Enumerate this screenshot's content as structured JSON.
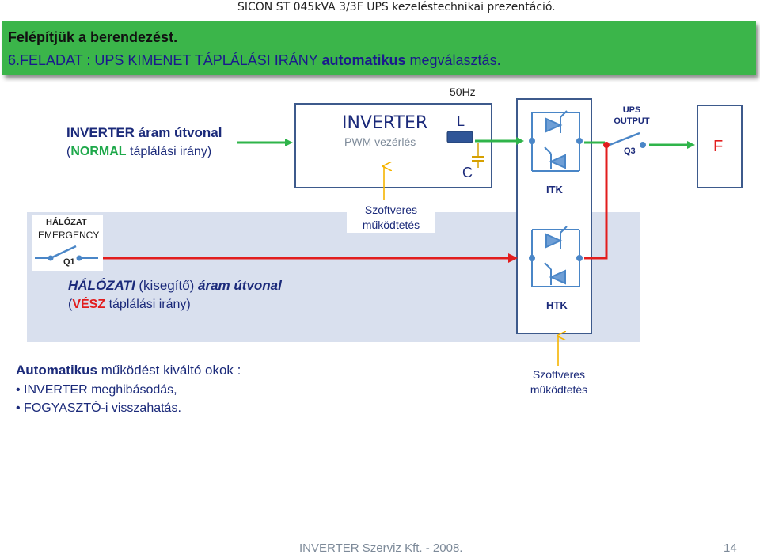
{
  "header": {
    "top_title": "SICON ST 045kVA 3/3F UPS kezeléstechnikai prezentáció.",
    "banner_line1": "Felépítjük a berendezést.",
    "banner_line2_prefix": "6.FELADAT : UPS KIMENET TÁPLÁLÁSI IRÁNY ",
    "banner_line2_bold": "automatikus",
    "banner_line2_suffix": " megválasztás."
  },
  "diagram": {
    "inverter_path": {
      "line1": "INVERTER áram útvonal",
      "paren_open": "(",
      "highlight": "NORMAL",
      "rest": " táplálási irány)"
    },
    "network_path": {
      "line1_bold": "HÁLÓZATI",
      "line1_mid": " (kisegítő) ",
      "line1_bold2": "áram útvonal",
      "paren_open": "(",
      "highlight": "VÉSZ",
      "rest": " táplálási irány)"
    },
    "inverter_block": {
      "title": "INVERTER",
      "subtitle": "PWM vezérlés",
      "frequency": "50Hz",
      "inductor": "L",
      "capacitor": "C"
    },
    "software_control_1": {
      "line1": "Szoftveres",
      "line2": "működtetés"
    },
    "static_switch": {
      "itk": "ITK",
      "htk": "HTK"
    },
    "ups_output": {
      "line1": "UPS",
      "line2": "OUTPUT",
      "switch": "Q3"
    },
    "load": {
      "label": "F"
    },
    "network_input": {
      "line1": "HÁLÓZAT",
      "line2": "EMERGENCY",
      "switch": "Q1"
    },
    "colors": {
      "normal_path": "#2fb44a",
      "emergency_path": "#e21d1d",
      "control_arrow": "#f5b400",
      "frame": "#3d5a8c"
    }
  },
  "notes": {
    "title_bold": "Automatikus",
    "title_rest": " működést kiváltó okok :",
    "items": [
      "INVERTER meghibásodás,",
      "FOGYASZTÓ-i visszahatás."
    ],
    "software_control_2": {
      "line1": "Szoftveres",
      "line2": "működtetés"
    }
  },
  "footer": {
    "company": "INVERTER Szerviz Kft. - 2008.",
    "page": "14"
  }
}
